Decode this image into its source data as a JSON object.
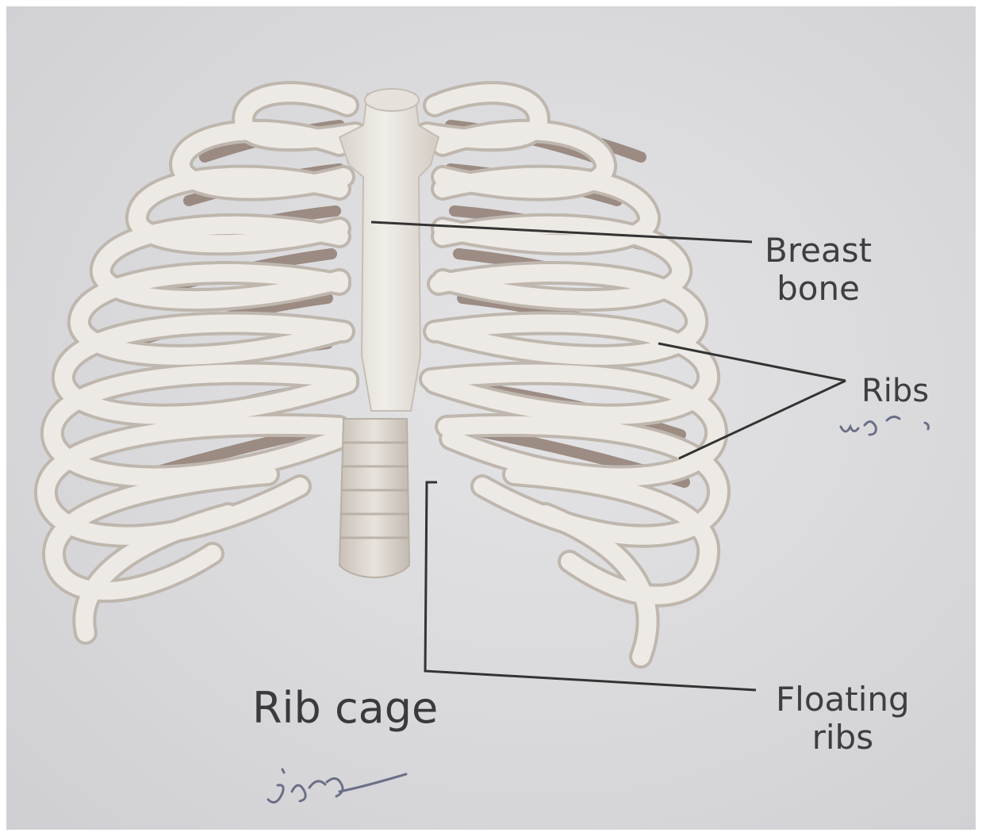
{
  "diagram": {
    "title": "Rib cage",
    "labels": {
      "breast_bone": [
        "Breast",
        "bone"
      ],
      "ribs": "Ribs",
      "floating_ribs": [
        "Floating",
        "ribs"
      ]
    }
  },
  "colors": {
    "background": "#dcdcdf",
    "bone": "#ede9e4",
    "bone_shadow": "#bfb7ae",
    "rib_back": "#8f7d72",
    "leader_line": "#333333",
    "text": "#3e3e42",
    "pen_ink": "#6a6f86"
  }
}
